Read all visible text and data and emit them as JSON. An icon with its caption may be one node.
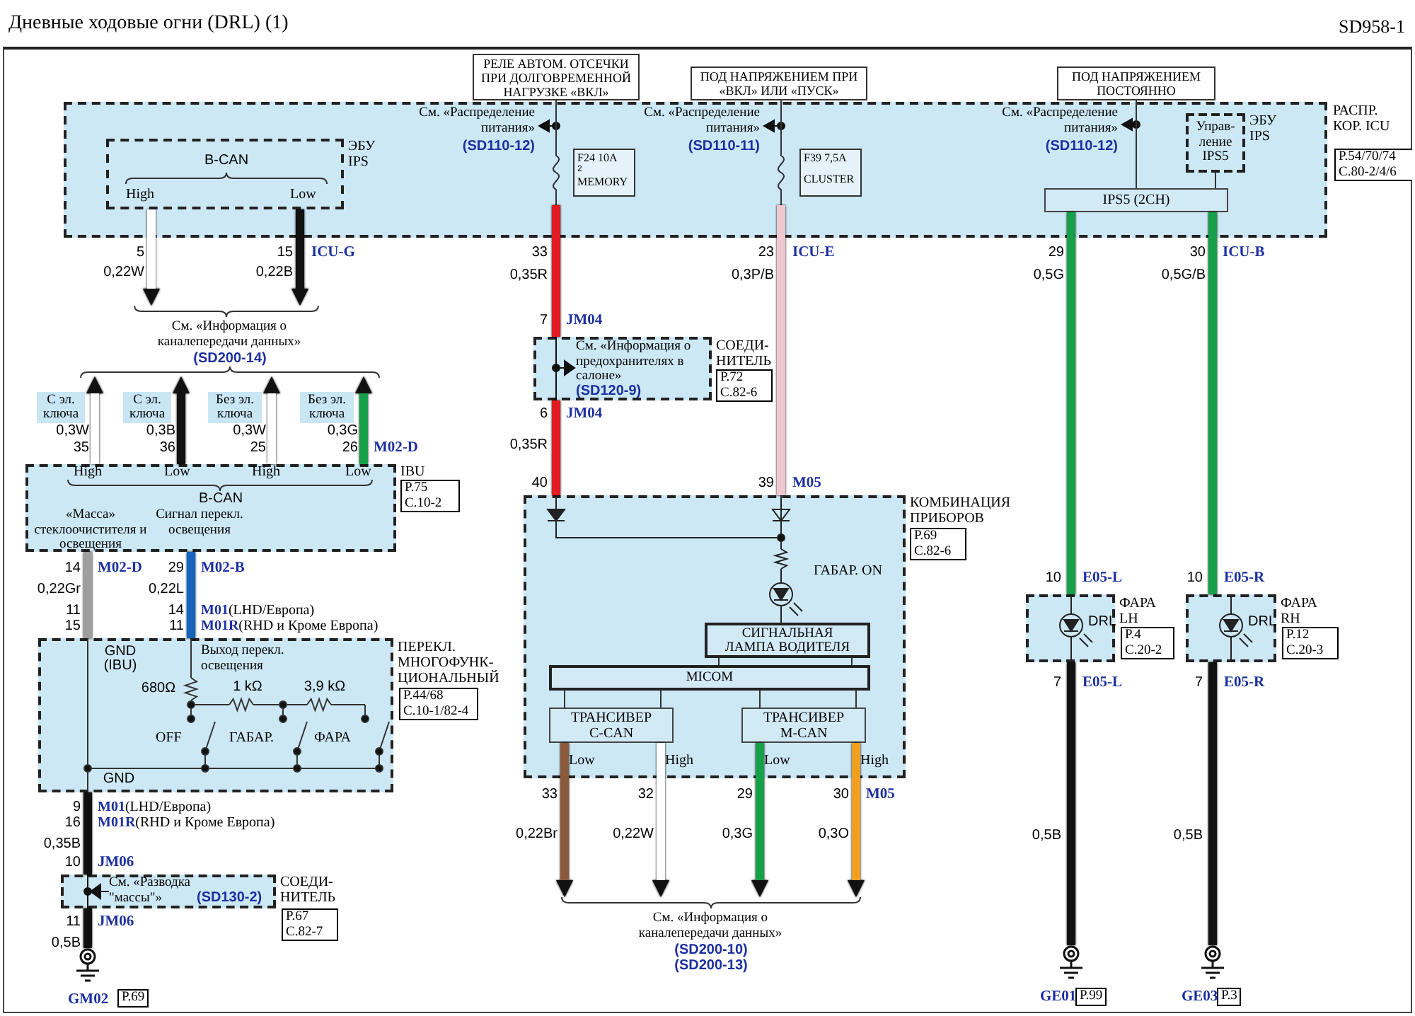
{
  "diagram": {
    "title": "Дневные ходовые огни (DRL) (1)",
    "nodes": [
      {
        "text": [
          "РЕЛЕ АВТОМ. ОТСЕЧКИ ПРИ ДОЛГОВРЕМЕННОЙ НАГРУЗКЕ «ВКЛ»"
        ]
      },
      {
        "text": [
          "ПОД НАПРЯЖЕНИЕМ ПРИ «ВКЛ» ИЛИ «ПУСК»"
        ]
      },
      {
        "text": [
          "ПОД НАПРЯЖЕНИЕМ ПОСТОЯННО"
        ]
      },
      {
        "text": [
          "РАСПР. КОР. ICU",
          "P.54/70/74 C.80-2/4/6"
        ]
      },
      {
        "text": [
          "ЭБУ IPS",
          "B-CAN",
          "High",
          "Low"
        ],
        "in": 3
      },
      {
        "text": [
          "F24 10A",
          "2",
          "MEMORY"
        ],
        "in": 3
      },
      {
        "text": [
          "F39 7,5A",
          "CLUSTER"
        ],
        "in": 3
      },
      {
        "text": [
          "Управ-ление IPS5",
          "ЭБУ IPS"
        ],
        "in": 3
      },
      {
        "text": [
          "IPS5 (2CH)"
        ],
        "in": 3
      },
      {
        "text": [
          "См. «Информация о каналепередачи данных»",
          "(SD200-14)"
        ]
      },
      {
        "text": [
          "СОЕДИ-НИТЕЛЬ",
          "P.72 C.82-6",
          "См. «Информация о предохранителях в салоне»",
          "(SD120-9)"
        ]
      },
      {
        "text": [
          "IBU",
          "P.75 C.10-2",
          "High",
          "Low",
          "High",
          "Low",
          "B-CAN",
          "«Масса» стеклоочистителя и освещения",
          "Сигнал перекл. освещения"
        ]
      },
      {
        "text": [
          "КОМБИНАЦИЯ ПРИБОРОВ",
          "P.69 C.82-6",
          "ГАБАР. ON",
          "Low",
          "High",
          "Low",
          "High"
        ]
      },
      {
        "text": [
          "СИГНАЛЬНАЯ ЛАМПА ВОДИТЕЛЯ"
        ],
        "in": 12
      },
      {
        "text": [
          "MICOM"
        ],
        "in": 12
      },
      {
        "text": [
          "ТРАНСИВЕР C-CAN"
        ],
        "in": 12
      },
      {
        "text": [
          "ТРАНСИВЕР M-CAN"
        ],
        "in": 12
      },
      {
        "text": [
          "ФАРА LH",
          "P.4 C.20-2",
          "DRL"
        ]
      },
      {
        "text": [
          "ФАРА RH",
          "P.12 C.20-3",
          "DRL"
        ]
      },
      {
        "text": [
          "ПЕРЕКЛ. МНОГОФУНК-ЦИОНАЛЬНЫЙ",
          "P.44/68 C.10-1/82-4",
          "GND (IBU)",
          "Выход перекл. освещения",
          "680Ω",
          "1 kΩ",
          "3,9 kΩ",
          "OFF",
          "ГАБАР.",
          "ФАРА",
          "GND"
        ]
      },
      {
        "text": [
          "См. «Информация о каналепередачи данных»",
          "(SD200-10)",
          "(SD200-13)"
        ]
      },
      {
        "text": [
          "СОЕДИ-НИТЕЛЬ",
          "P.67 C.82-7",
          "См. «Разводка \"массы\"»",
          "(SD130-2)"
        ]
      },
      {
        "text": [],
        "shape": "ground",
        "beside": [
          "GM02",
          "P.69"
        ]
      },
      {
        "text": [],
        "shape": "ground",
        "beside": [
          "GE01",
          "P.99"
        ]
      },
      {
        "text": [],
        "shape": "ground",
        "beside": [
          "GE03",
          "P.3"
        ]
      }
    ],
    "edges": [
      {
        "from": 0,
        "to": 5,
        "arrow": "none"
      },
      {
        "from": 1,
        "to": 6,
        "arrow": "none"
      },
      {
        "from": 2,
        "to": 8,
        "arrow": "none"
      },
      {
        "from": 7,
        "to": 8,
        "arrow": "none"
      },
      {
        "from": 4,
        "to": 9,
        "arrow": "to",
        "color": "#ffffff"
      },
      {
        "from": 4,
        "to": 9,
        "arrow": "to",
        "color": "#111111"
      },
      {
        "from": 11,
        "to": 9,
        "arrow": "to",
        "color": "#ffffff"
      },
      {
        "from": 11,
        "to": 9,
        "arrow": "to",
        "color": "#111111"
      },
      {
        "from": 11,
        "to": 9,
        "arrow": "to",
        "color": "#ffffff"
      },
      {
        "from": 11,
        "to": 9,
        "arrow": "to",
        "color": "#16a04a"
      },
      {
        "from": 5,
        "to": 10,
        "arrow": "none",
        "color": "#e01b24"
      },
      {
        "from": 10,
        "to": 12,
        "arrow": "none",
        "color": "#e01b24"
      },
      {
        "from": 6,
        "to": 12,
        "arrow": "none",
        "color": "#f0c8d0"
      },
      {
        "from": 8,
        "to": 17,
        "arrow": "none",
        "color": "#16a04a"
      },
      {
        "from": 8,
        "to": 18,
        "arrow": "none",
        "color": "#16a04a"
      },
      {
        "from": 11,
        "to": 19,
        "arrow": "none",
        "color": "#9e9e9e"
      },
      {
        "from": 11,
        "to": 19,
        "arrow": "none",
        "color": "#1565c0"
      },
      {
        "from": 19,
        "to": 21,
        "arrow": "none",
        "color": "#111111"
      },
      {
        "from": 21,
        "to": 22,
        "arrow": "none",
        "color": "#111111"
      },
      {
        "from": 17,
        "to": 23,
        "arrow": "none",
        "color": "#111111"
      },
      {
        "from": 18,
        "to": 24,
        "arrow": "none",
        "color": "#111111"
      },
      {
        "from": 15,
        "to": 20,
        "arrow": "to",
        "color": "#8b5a3c"
      },
      {
        "from": 15,
        "to": 20,
        "arrow": "to",
        "color": "#ffffff"
      },
      {
        "from": 16,
        "to": 20,
        "arrow": "to",
        "color": "#16a04a"
      },
      {
        "from": 16,
        "to": 20,
        "arrow": "to",
        "color": "#f0a020"
      },
      {
        "from": 13,
        "to": 14,
        "arrow": "none"
      },
      {
        "from": 13,
        "to": 14,
        "arrow": "none"
      },
      {
        "from": 14,
        "to": 15,
        "arrow": "none"
      },
      {
        "from": 14,
        "to": 15,
        "arrow": "none"
      },
      {
        "from": 14,
        "to": 16,
        "arrow": "none"
      },
      {
        "from": 14,
        "to": 16,
        "arrow": "none"
      }
    ],
    "labels": [
      "SD958-1",
      "См. «Распределение питания»",
      "(SD110-12)",
      "См. «Распределение питания»",
      "(SD110-11)",
      "См. «Распределение питания»",
      "(SD110-12)",
      "5",
      "0,22W",
      "15",
      "0,22B",
      "ICU-G",
      "С эл. ключа",
      "0,3W",
      "35",
      "С эл. ключа",
      "0,3B",
      "36",
      "Без эл. ключа",
      "0,3W",
      "25",
      "Без эл. ключа",
      "0,3G",
      "26",
      "M02-D",
      "33",
      "0,35R",
      "7",
      "JM04",
      "6",
      "JM04",
      "0,35R",
      "40",
      "23",
      "ICU-E",
      "0,3P/B",
      "39",
      "M05",
      "29",
      "0,5G",
      "30",
      "ICU-B",
      "0,5G/B",
      "14",
      "M02-D",
      "0,22Gr",
      "11",
      "15",
      "29",
      "M02-B",
      "0,22L",
      "14",
      "**M01**(LHD/Европа)",
      "11",
      "**M01R**(RHD и Кроме Европа)",
      "9",
      "**M01**(LHD/Европа)",
      "16",
      "**M01R**(RHD и Кроме Европа)",
      "0,35B",
      "10",
      "JM06",
      "11",
      "JM06",
      "0,5B",
      "33",
      "0,22Br",
      "32",
      "0,22W",
      "29",
      "0,3G",
      "30",
      "M05",
      "0,3O",
      "10",
      "E05-L",
      "7",
      "E05-L",
      "0,5B",
      "10",
      "E05-R",
      "7",
      "E05-R",
      "0,5B"
    ]
  }
}
